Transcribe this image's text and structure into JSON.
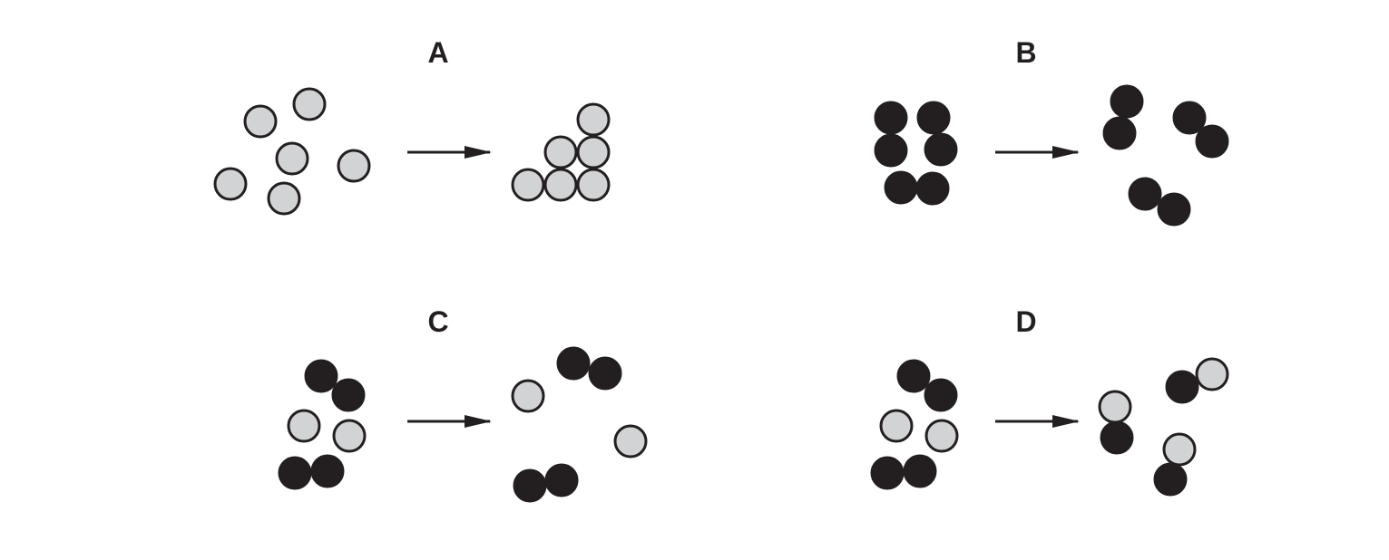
{
  "colors": {
    "light_particle": "#d1d3d4",
    "dark_particle": "#231f20",
    "outline": "#231f20",
    "arrow": "#231f20"
  },
  "panels": [
    {
      "label": "A",
      "before": [
        "light",
        "light",
        "light",
        "light",
        "light",
        "light"
      ],
      "after": [
        "light",
        "light",
        "light",
        "light",
        "light",
        "light"
      ]
    },
    {
      "label": "B",
      "before": [
        "dark",
        "dark",
        "dark",
        "dark",
        "dark",
        "dark"
      ],
      "after": [
        "dark",
        "dark",
        "dark",
        "dark",
        "dark",
        "dark"
      ]
    },
    {
      "label": "C",
      "before": [
        "dark",
        "dark",
        "light",
        "light",
        "dark",
        "dark"
      ],
      "after": [
        "light",
        "dark",
        "dark",
        "light",
        "dark",
        "dark"
      ]
    },
    {
      "label": "D",
      "before": [
        "dark",
        "dark",
        "light",
        "light",
        "dark",
        "dark"
      ],
      "after": [
        "light",
        "dark",
        "dark",
        "light",
        "light",
        "dark"
      ]
    }
  ]
}
